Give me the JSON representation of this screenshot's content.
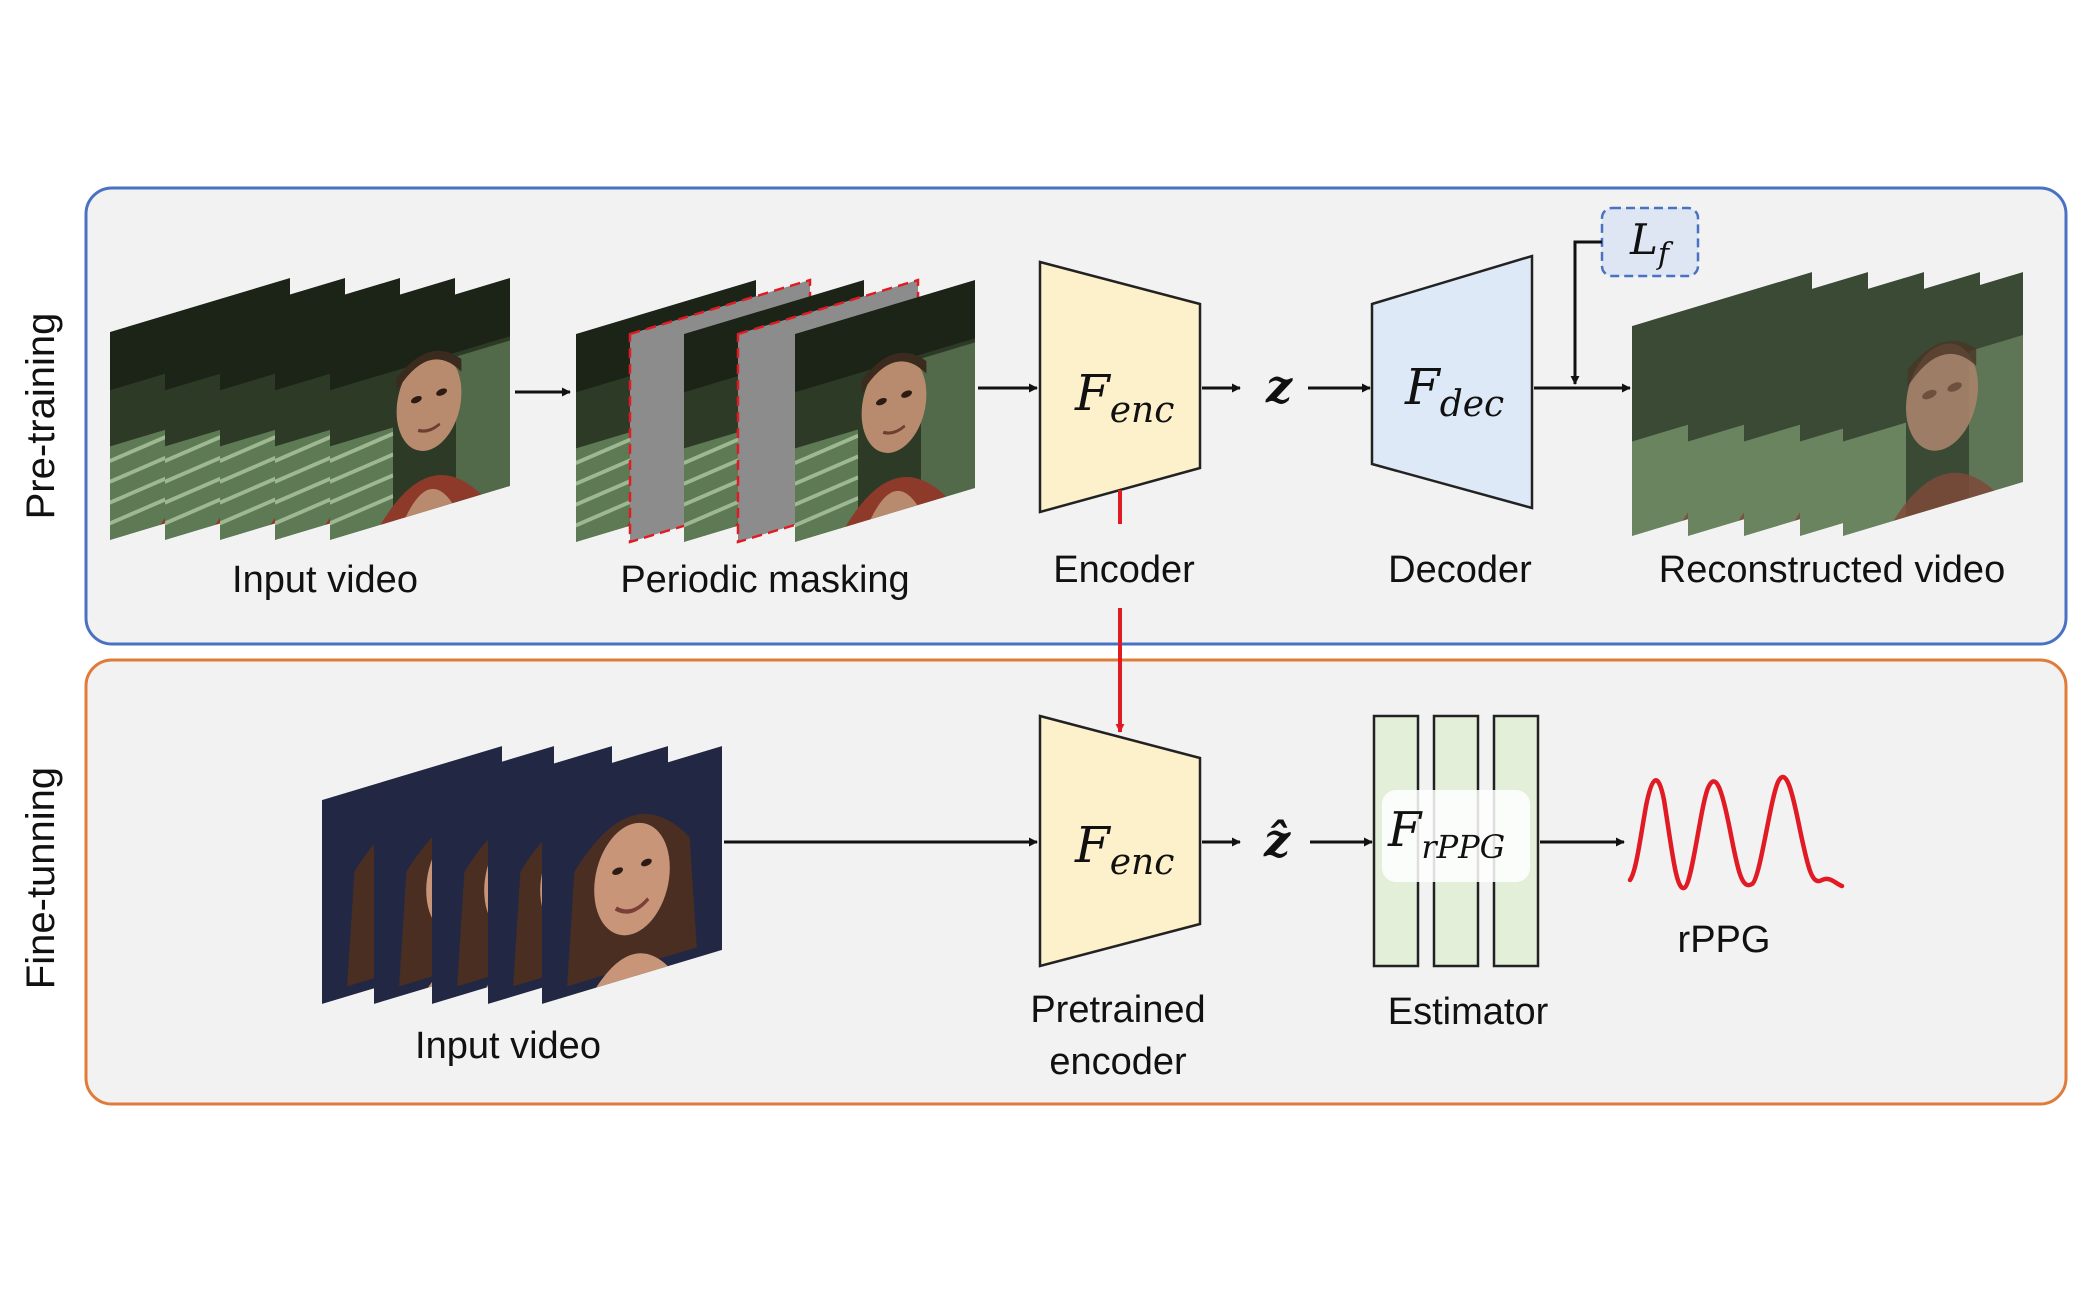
{
  "sections": {
    "pretraining": {
      "title": "Pre-training",
      "input_label": "Input video",
      "masking_label": "Periodic masking",
      "encoder_label": "Encoder",
      "decoder_label": "Decoder",
      "reconstructed_label": "Reconstructed video",
      "encoder_symbol": {
        "main": "F",
        "sub": "enc"
      },
      "decoder_symbol": {
        "main": "F",
        "sub": "dec"
      },
      "latent": "z",
      "loss": {
        "main": "L",
        "sub": "f"
      }
    },
    "finetuning": {
      "title": "Fine-tunning",
      "input_label": "Input video",
      "encoder_label_line1": "Pretrained",
      "encoder_label_line2": "encoder",
      "estimator_label": "Estimator",
      "output_label": "rPPG",
      "encoder_symbol": {
        "main": "F",
        "sub": "enc"
      },
      "estimator_symbol": {
        "main": "F",
        "sub": "rPPG"
      },
      "latent": "ẑ"
    }
  },
  "colors": {
    "pretrain_border": "#4a72c4",
    "finetune_border": "#e07b39",
    "panel_fill": "#f2f2f2",
    "encoder_fill": "#fdf1cc",
    "decoder_fill": "#dde9f6",
    "estimator_fill": "#e3efd9",
    "transfer_arrow": "#e01b24",
    "rppg_signal": "#e01b24",
    "mask_fill": "#8c8c8c"
  }
}
